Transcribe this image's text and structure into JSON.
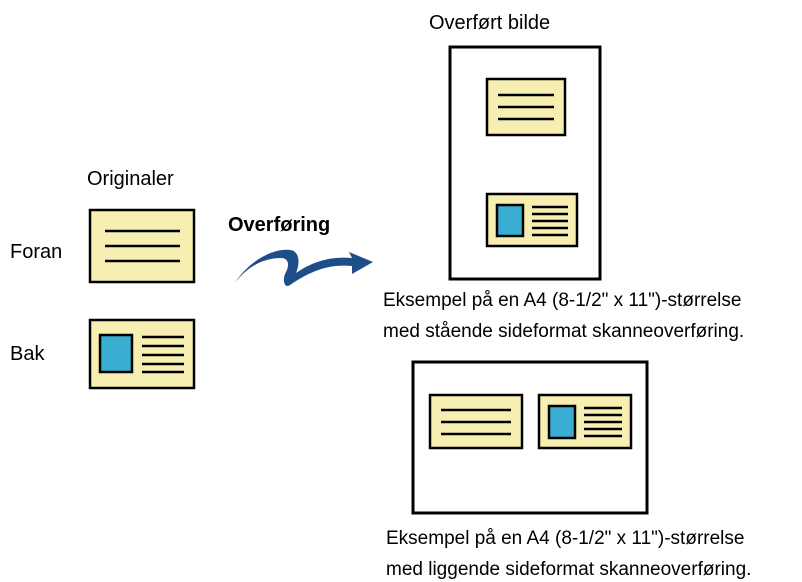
{
  "originals": {
    "heading": "Originaler",
    "front_label": "Foran",
    "back_label": "Bak"
  },
  "transfer": {
    "label": "Overføring"
  },
  "result": {
    "heading": "Overført bilde",
    "portrait_caption_line1": "Eksempel på en A4 (8-1/2\" x 11\")-størrelse",
    "portrait_caption_line2": "med stående sideformat skanneoverføring.",
    "landscape_caption_line1": "Eksempel på en A4 (8-1/2\" x 11\")-størrelse",
    "landscape_caption_line2": "med liggende sideformat skanneoverføring."
  },
  "colors": {
    "card_fill": "#f7efb2",
    "photo_fill": "#3aaed2",
    "arrow": "#1d4e89"
  }
}
